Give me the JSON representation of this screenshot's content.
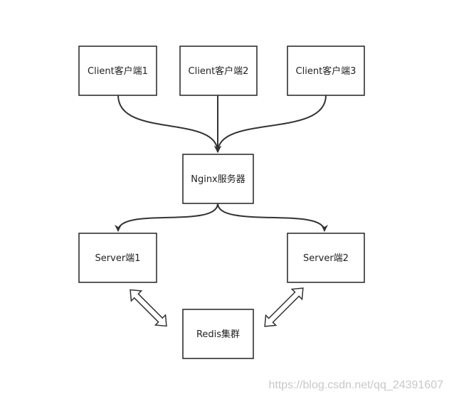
{
  "nodes": {
    "client1": "Client客户端1",
    "client2": "Client客户端2",
    "client3": "Client客户端3",
    "nginx": "Nginx服务器",
    "server1": "Server端1",
    "server2": "Server端2",
    "redis": "Redis集群"
  },
  "watermark": "https://blog.csdn.net/qq_24391607",
  "colors": {
    "box_stroke": "#222222",
    "edge_stroke": "#333333",
    "watermark": "#c8c8c8"
  }
}
